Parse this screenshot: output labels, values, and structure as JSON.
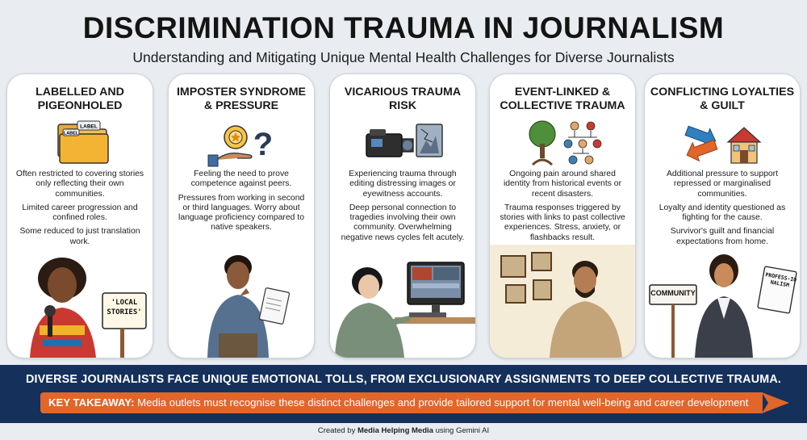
{
  "header": {
    "title": "DISCRIMINATION TRAUMA IN JOURNALISM",
    "subtitle": "Understanding and Mitigating Unique Mental Health Challenges for Diverse Journalists"
  },
  "panels": [
    {
      "title": "LABELLED AND PIGEONHOLED",
      "icon": "folder-label-icon",
      "icon_labels": [
        "LABEL",
        "LABEL"
      ],
      "paragraphs": [
        "Often restricted to covering stories only reflecting their own communities.",
        "Limited career progression and confined roles.",
        "Some reduced to just translation work."
      ],
      "sign": "'LOCAL STORIES'"
    },
    {
      "title": "IMPOSTER SYNDROME & PRESSURE",
      "icon": "hand-badge-question-icon",
      "paragraphs": [
        "Feeling the need to prove competence against peers.",
        "Pressures from working in second or third languages. Worry about language proficiency compared to native speakers."
      ]
    },
    {
      "title": "VICARIOUS TRAUMA RISK",
      "icon": "video-camera-icon",
      "paragraphs": [
        "Experiencing trauma through editing distressing images or eyewitness accounts.",
        "Deep personal connection to tragedies involving their own community. Overwhelming negative news cycles felt acutely."
      ]
    },
    {
      "title": "EVENT-LINKED & COLLECTIVE TRAUMA",
      "icon": "tree-family-icon",
      "paragraphs": [
        "Ongoing pain around shared identity from historical events or recent disasters.",
        "Trauma responses triggered by stories with links to past collective experiences. Stress, anxiety, or flashbacks result."
      ]
    },
    {
      "title": "CONFLICTING LOYALTIES & GUILT",
      "icon": "arrows-house-icon",
      "paragraphs": [
        "Additional pressure to support repressed or marginalised communities.",
        "Loyalty and identity questioned as fighting for the cause.",
        "Survivor's guilt and financial expectations from home."
      ],
      "sign_left": "COMMUNITY",
      "sign_right": "PROFESS-IONALISM"
    }
  ],
  "banner": {
    "headline": "DIVERSE JOURNALISTS FACE UNIQUE EMOTIONAL TOLLS, FROM EXCLUSIONARY ASSIGNMENTS TO DEEP COLLECTIVE TRAUMA.",
    "takeaway_label": "KEY TAKEAWAY:",
    "takeaway_text": " Media outlets must recognise these distinct challenges and provide tailored support for mental well-being and career development"
  },
  "credit": {
    "prefix": "Created by ",
    "org": "Media Helping Media",
    "suffix": " using Gemini AI"
  },
  "colors": {
    "banner": "#15305a",
    "takeaway": "#e0662a",
    "background": "#e9ecf1"
  }
}
